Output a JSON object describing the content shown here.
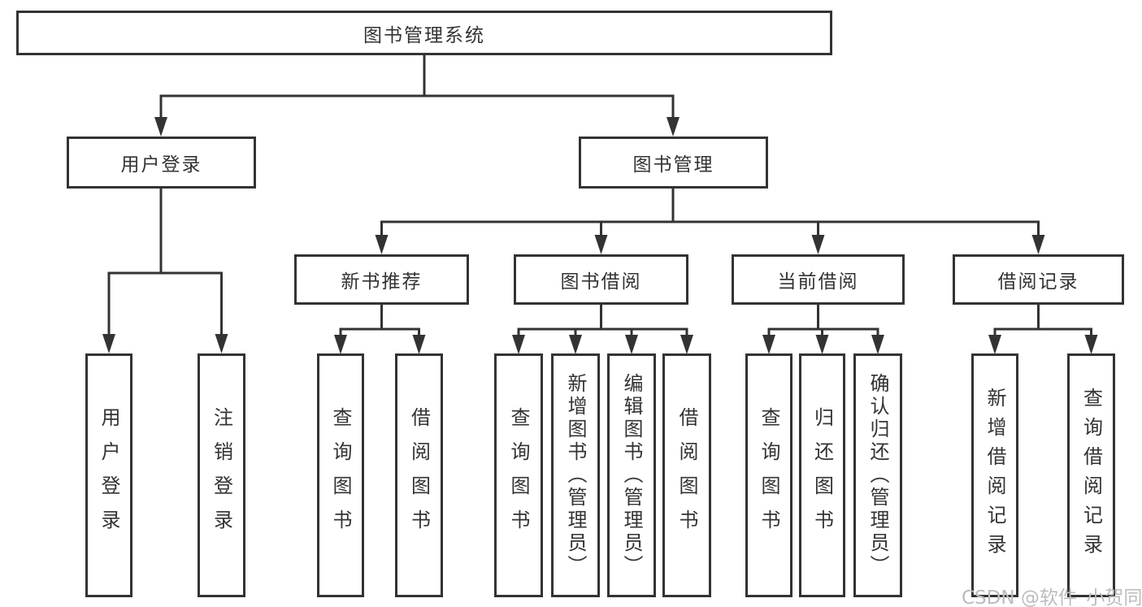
{
  "diagram": {
    "root": {
      "label": "图书管理系统"
    },
    "level2": [
      {
        "id": "user-login",
        "label": "用户登录"
      },
      {
        "id": "book-management",
        "label": "图书管理"
      }
    ],
    "level3": [
      {
        "id": "new-book-recommend",
        "label": "新书推荐"
      },
      {
        "id": "book-borrowing",
        "label": "图书借阅"
      },
      {
        "id": "current-borrowing",
        "label": "当前借阅"
      },
      {
        "id": "borrowing-records",
        "label": "借阅记录"
      }
    ],
    "leaves": {
      "user_login": [
        {
          "label": "用户登录"
        },
        {
          "label": "注销登录"
        }
      ],
      "new_book_recommend": [
        {
          "label": "查询图书"
        },
        {
          "label": "借阅图书"
        }
      ],
      "book_borrowing": [
        {
          "label": "查询图书"
        },
        {
          "label": "新增图书（管理员）"
        },
        {
          "label": "编辑图书（管理员）"
        },
        {
          "label": "借阅图书"
        }
      ],
      "current_borrowing": [
        {
          "label": "查询图书"
        },
        {
          "label": "归还图书"
        },
        {
          "label": "确认归还（管理员）"
        }
      ],
      "borrowing_records": [
        {
          "label": "新增借阅记录"
        },
        {
          "label": "查询借阅记录"
        }
      ]
    }
  },
  "watermark": "CSDN @软件_小贺同学",
  "colors": {
    "line": "#333333",
    "text": "#333333",
    "box_background": "#ffffff",
    "watermark": "#bcbcbc"
  }
}
